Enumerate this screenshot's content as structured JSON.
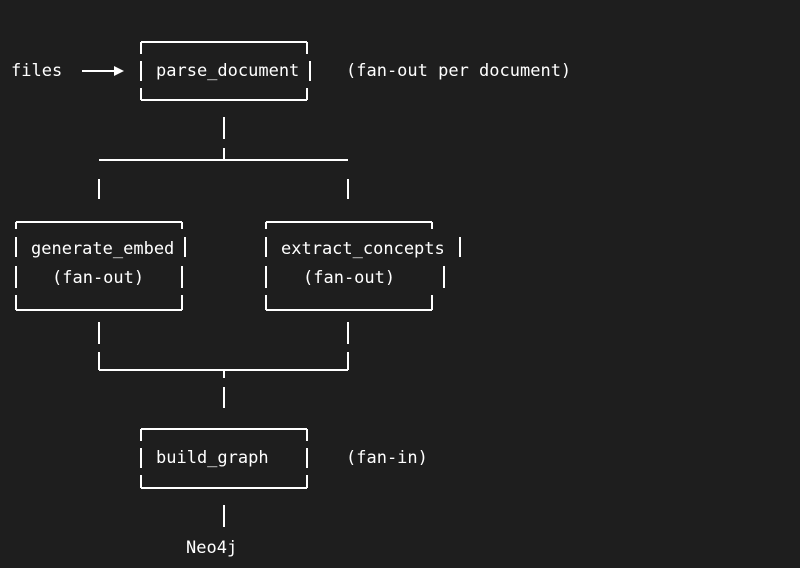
{
  "diagram": {
    "input_label": "files",
    "output_label": "Neo4j",
    "nodes": {
      "parse_document": {
        "label": "parse_document",
        "note": "(fan-out per document)"
      },
      "generate_embed": {
        "label": "generate_embed",
        "sublabel": "(fan-out)"
      },
      "extract_concepts": {
        "label": "extract_concepts",
        "sublabel": "(fan-out)"
      },
      "build_graph": {
        "label": "build_graph",
        "note": "(fan-in)"
      }
    },
    "colors": {
      "background": "#1e1e1e",
      "foreground": "#ffffff"
    }
  }
}
